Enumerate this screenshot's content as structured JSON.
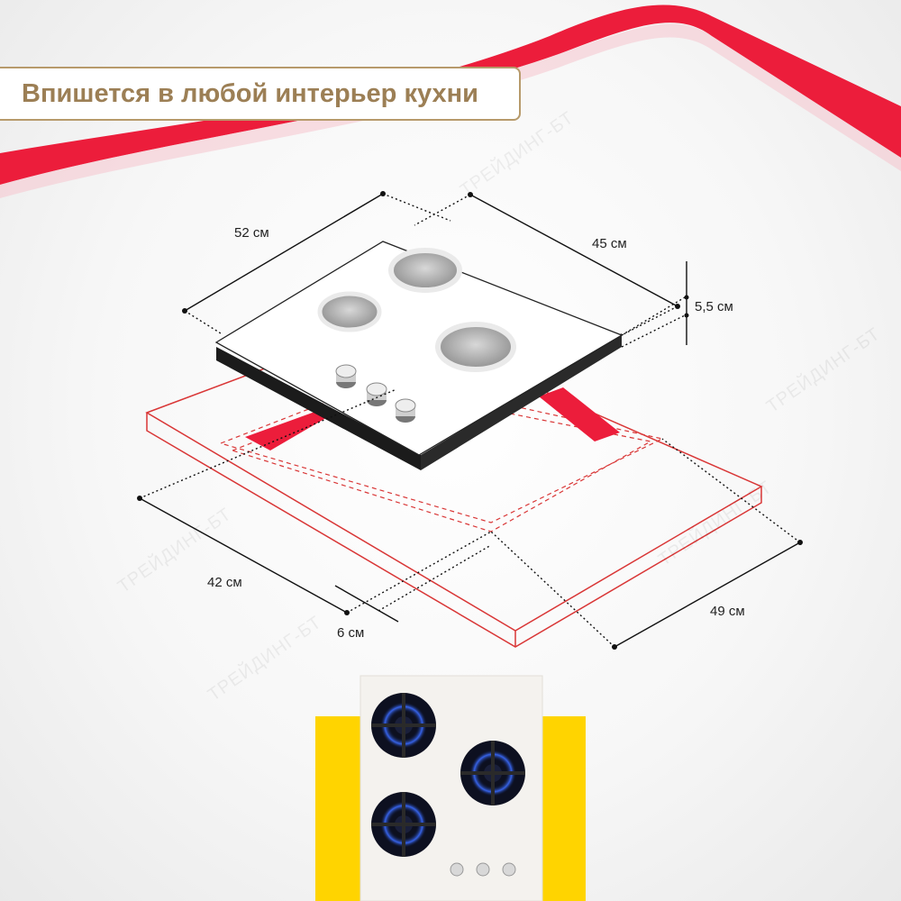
{
  "title": "Впишется в любой интерьер кухни",
  "dimensions": {
    "hob_width": "52 см",
    "hob_depth": "45 см",
    "hob_height": "5,5 см",
    "cutout_width": "49 см",
    "cutout_depth": "42 см",
    "margin": "6 см"
  },
  "watermark": "ТРЕЙДИНГ-БТ",
  "colors": {
    "accent_red": "#ec1d3b",
    "title_gold": "#9c7f55",
    "frame_gold": "#b79a6b",
    "backdrop_yellow": "#ffd400",
    "hob_panel": "#f4f2ee",
    "flame_blue": "#3b6cff"
  },
  "icons": {
    "burner_left": "hotplate-icon",
    "burner_top": "hotplate-icon",
    "burner_right": "hotplate-icon",
    "knobs": "knob-icon"
  }
}
